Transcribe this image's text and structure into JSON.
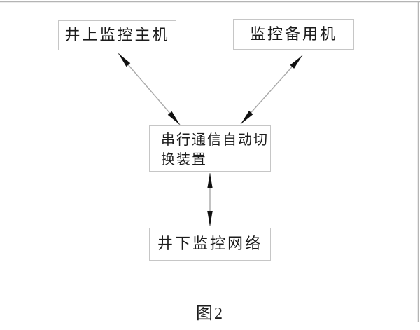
{
  "figure": {
    "caption": "图2",
    "nodes": {
      "surface_host": {
        "label": "井上监控主机"
      },
      "backup_machine": {
        "label": "监控备用机"
      },
      "switch_device": {
        "label": "串行通信自动切换装置",
        "lines": [
          "串行通信自动切",
          "换装置"
        ]
      },
      "underground_network": {
        "label": "井下监控网络"
      }
    },
    "edges": [
      {
        "from": "surface_host",
        "to": "switch_device",
        "direction": "bidirectional"
      },
      {
        "from": "backup_machine",
        "to": "switch_device",
        "direction": "bidirectional"
      },
      {
        "from": "switch_device",
        "to": "underground_network",
        "direction": "bidirectional"
      }
    ],
    "colors": {
      "background": "#ffffff",
      "box_border": "#c6c6c6",
      "arrow_shaft": "#a9a9a9",
      "arrowhead": "#111111",
      "frame": "#b4b4b4",
      "text": "#1c1c1c"
    }
  }
}
